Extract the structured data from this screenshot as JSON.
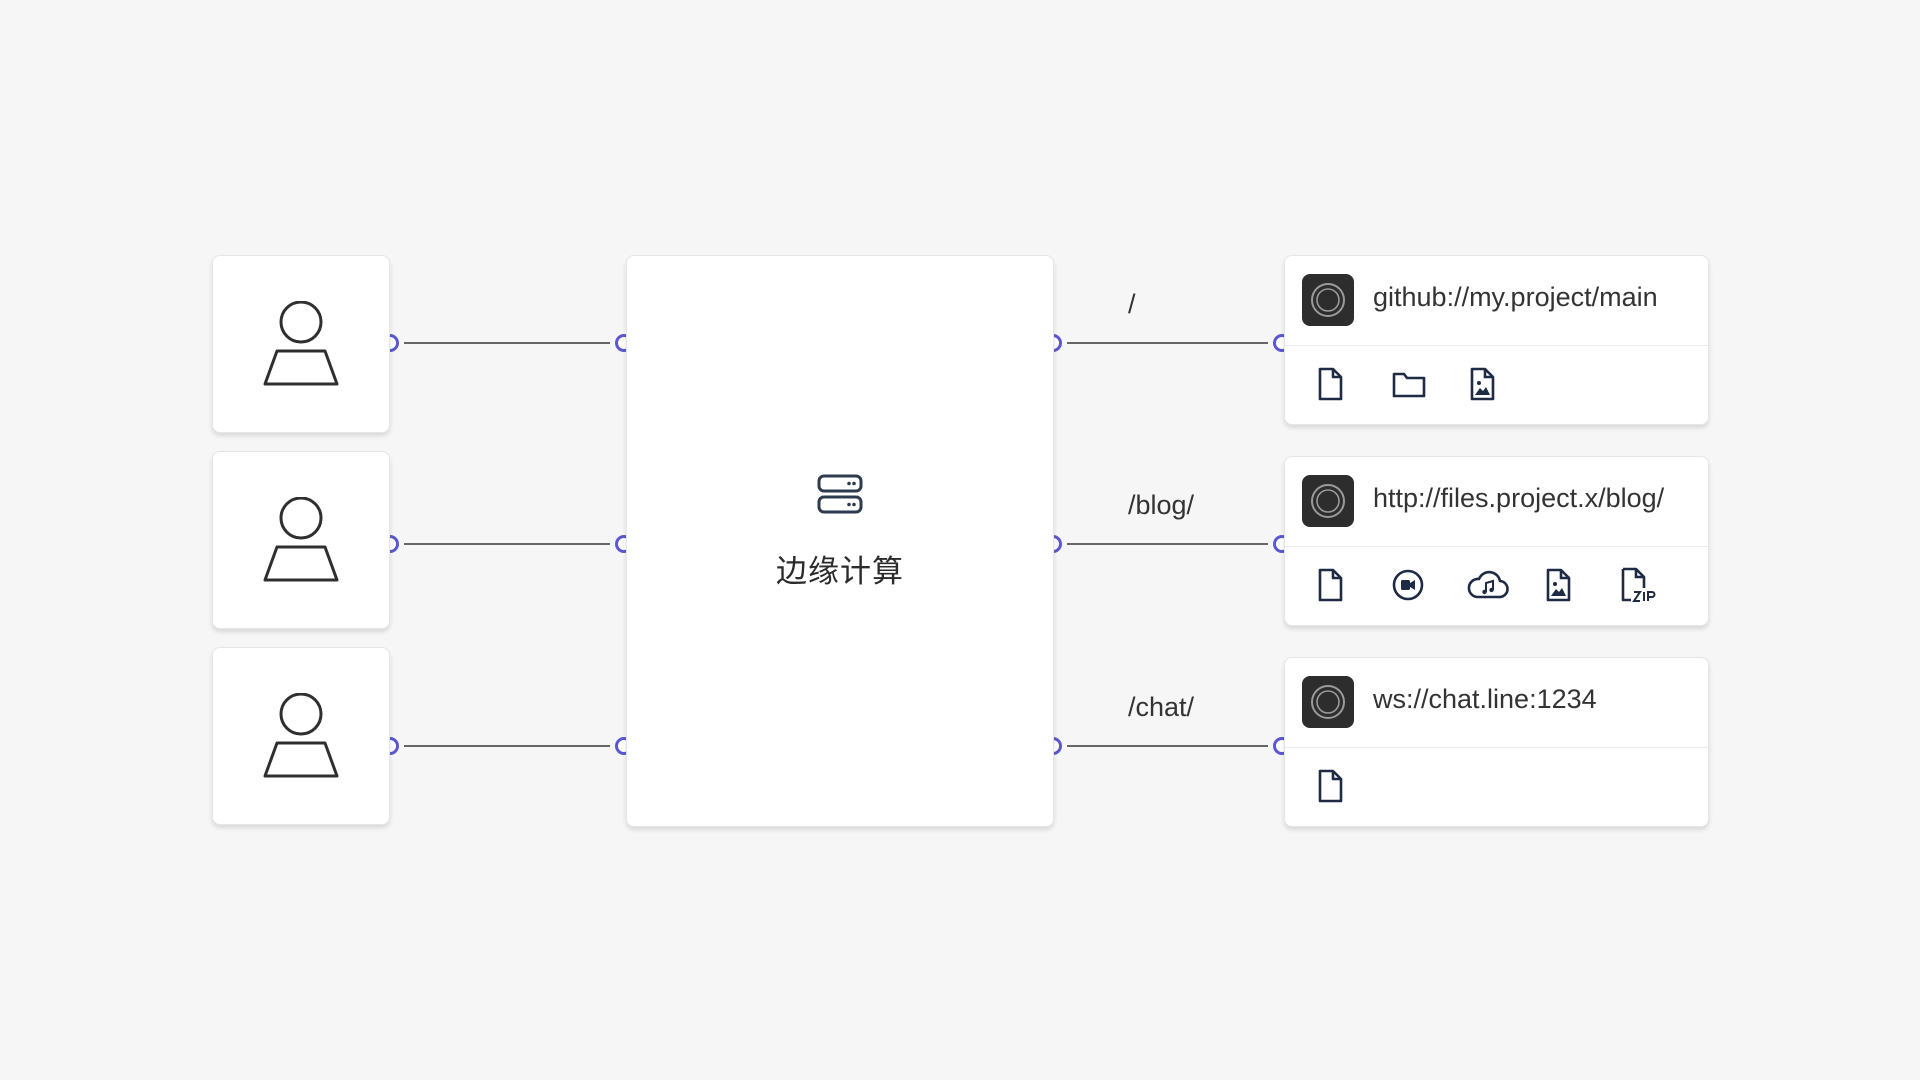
{
  "diagram": {
    "edge": {
      "label": "边缘计算",
      "icon": "server-icon"
    },
    "users": [
      {
        "icon": "user-icon"
      },
      {
        "icon": "user-icon"
      },
      {
        "icon": "user-icon"
      }
    ],
    "routes": [
      {
        "path": "/",
        "origin": {
          "url": "github://my.project/main",
          "logo": "origin-logo-icon",
          "files": [
            "file-icon",
            "folder-icon",
            "image-file-icon"
          ]
        }
      },
      {
        "path": "/blog/",
        "origin": {
          "url": "http://files.project.x/blog/",
          "logo": "origin-logo-icon",
          "files": [
            "file-icon",
            "video-icon",
            "cloud-music-icon",
            "image-file-icon",
            "zip-file-icon"
          ]
        }
      },
      {
        "path": "/chat/",
        "origin": {
          "url": "ws://chat.line:1234",
          "logo": "origin-logo-icon",
          "files": [
            "file-icon"
          ]
        }
      }
    ],
    "colors": {
      "background": "#f6f6f6",
      "connector": "#5b57d1",
      "wire": "#666666",
      "icon_dark": "#1f2a44",
      "logo_bg": "#2d2d2d"
    }
  }
}
